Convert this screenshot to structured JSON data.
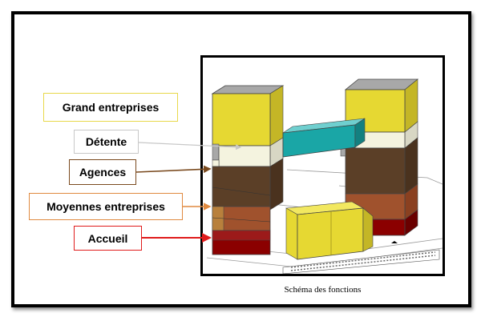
{
  "labels": {
    "grand": "Grand entreprises",
    "detente": "Détente",
    "agences": "Agences",
    "moyennes": "Moyennes entreprises",
    "accueil": "Accueil"
  },
  "caption": "Schéma des fonctions",
  "colors": {
    "grand": "#e6d832",
    "detente": "#f4f3df",
    "agences": "#5b3f27",
    "moyennes": "#a0522d",
    "accueil": "#8b0000",
    "bridge": "#1aa6a6",
    "roof": "#a8a8a8",
    "grand_border": "#e8d84a",
    "detente_border": "#c8c8c8",
    "agences_border": "#7a4a1e",
    "moyennes_border": "#e08a40",
    "accueil_border": "#e01b1b",
    "frame": "#000000"
  }
}
